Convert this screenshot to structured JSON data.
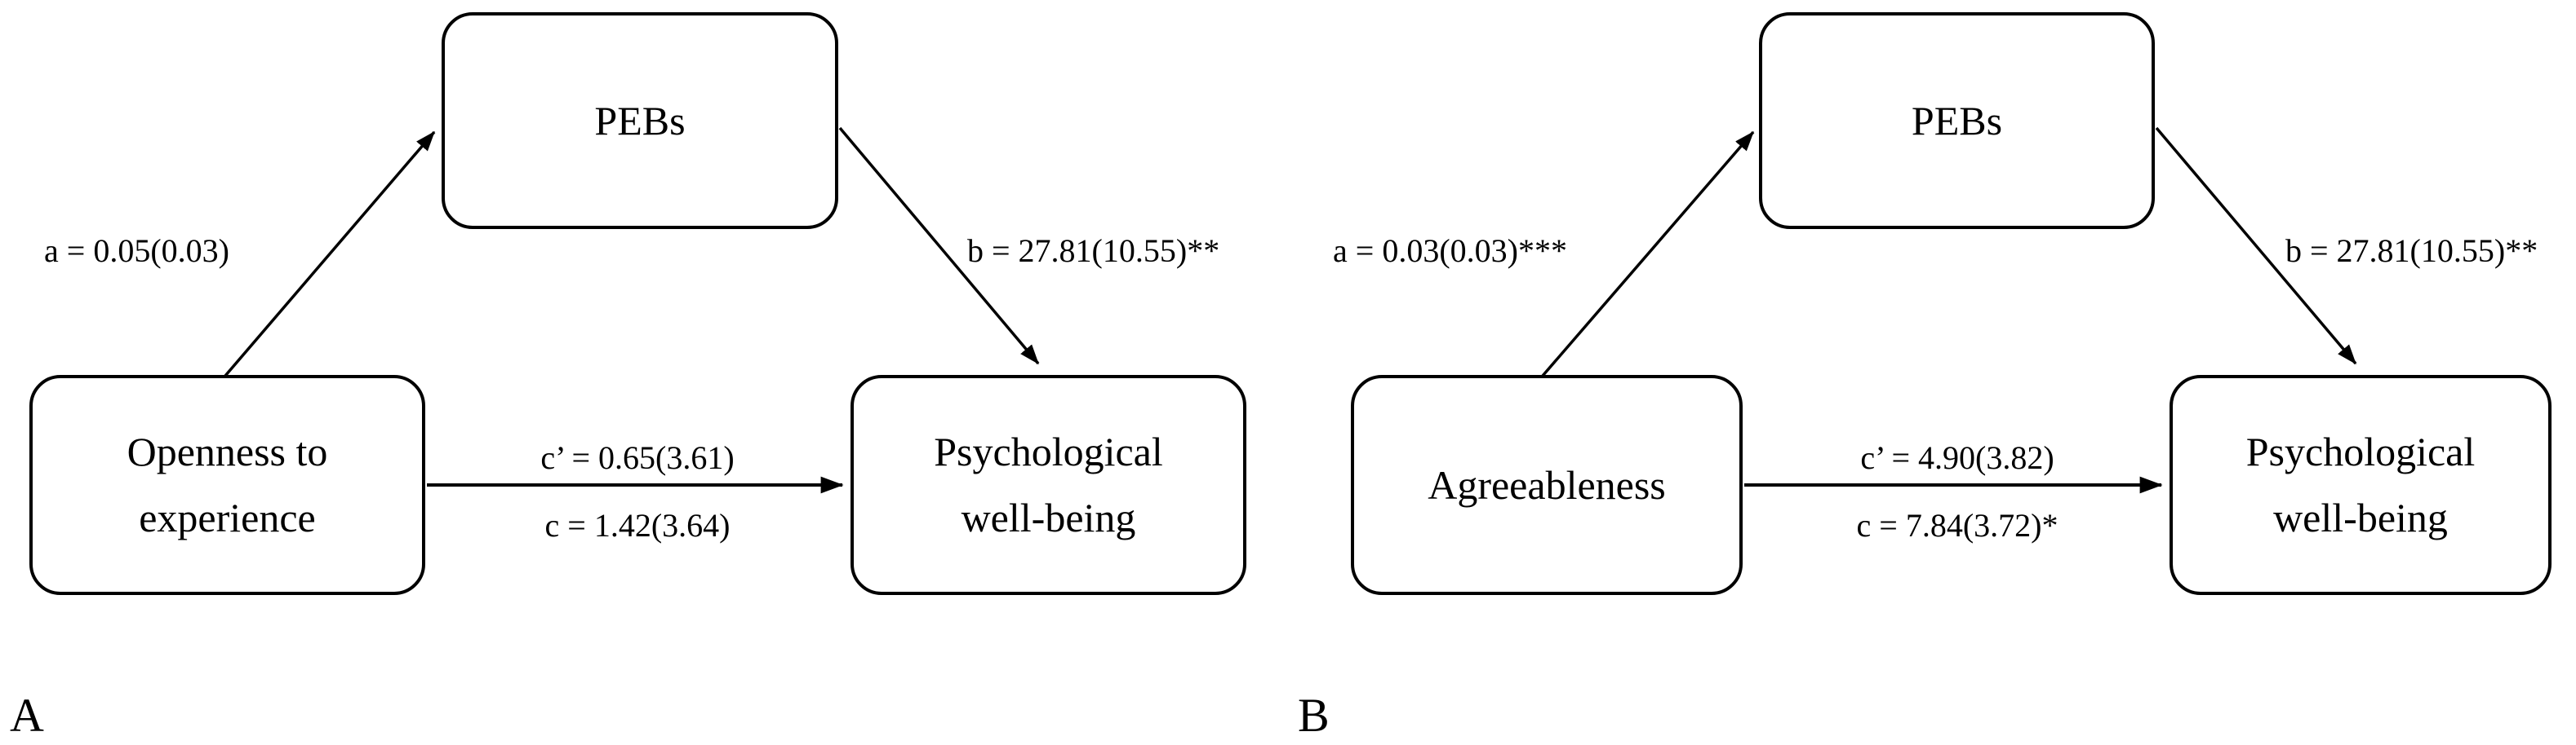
{
  "figure": {
    "description": "Mediation model diagrams: personality trait to psychological well-being via PEBs",
    "colors": {
      "ink": "#000000",
      "background": "#ffffff"
    }
  },
  "panels": [
    {
      "letter": "A",
      "predictor": "Openness to\nexperience",
      "mediator": "PEBs",
      "outcome": "Psychological\nwell-being",
      "paths": {
        "a": "a = 0.05(0.03)",
        "b": "b = 27.81(10.55)**",
        "c_prime": "c’ = 0.65(3.61)",
        "c": "c = 1.42(3.64)"
      }
    },
    {
      "letter": "B",
      "predictor": "Agreeableness",
      "mediator": "PEBs",
      "outcome": "Psychological\nwell-being",
      "paths": {
        "a": "a = 0.03(0.03)***",
        "b": "b = 27.81(10.55)**",
        "c_prime": "c’ = 4.90(3.82)",
        "c": "c = 7.84(3.72)*"
      }
    }
  ]
}
